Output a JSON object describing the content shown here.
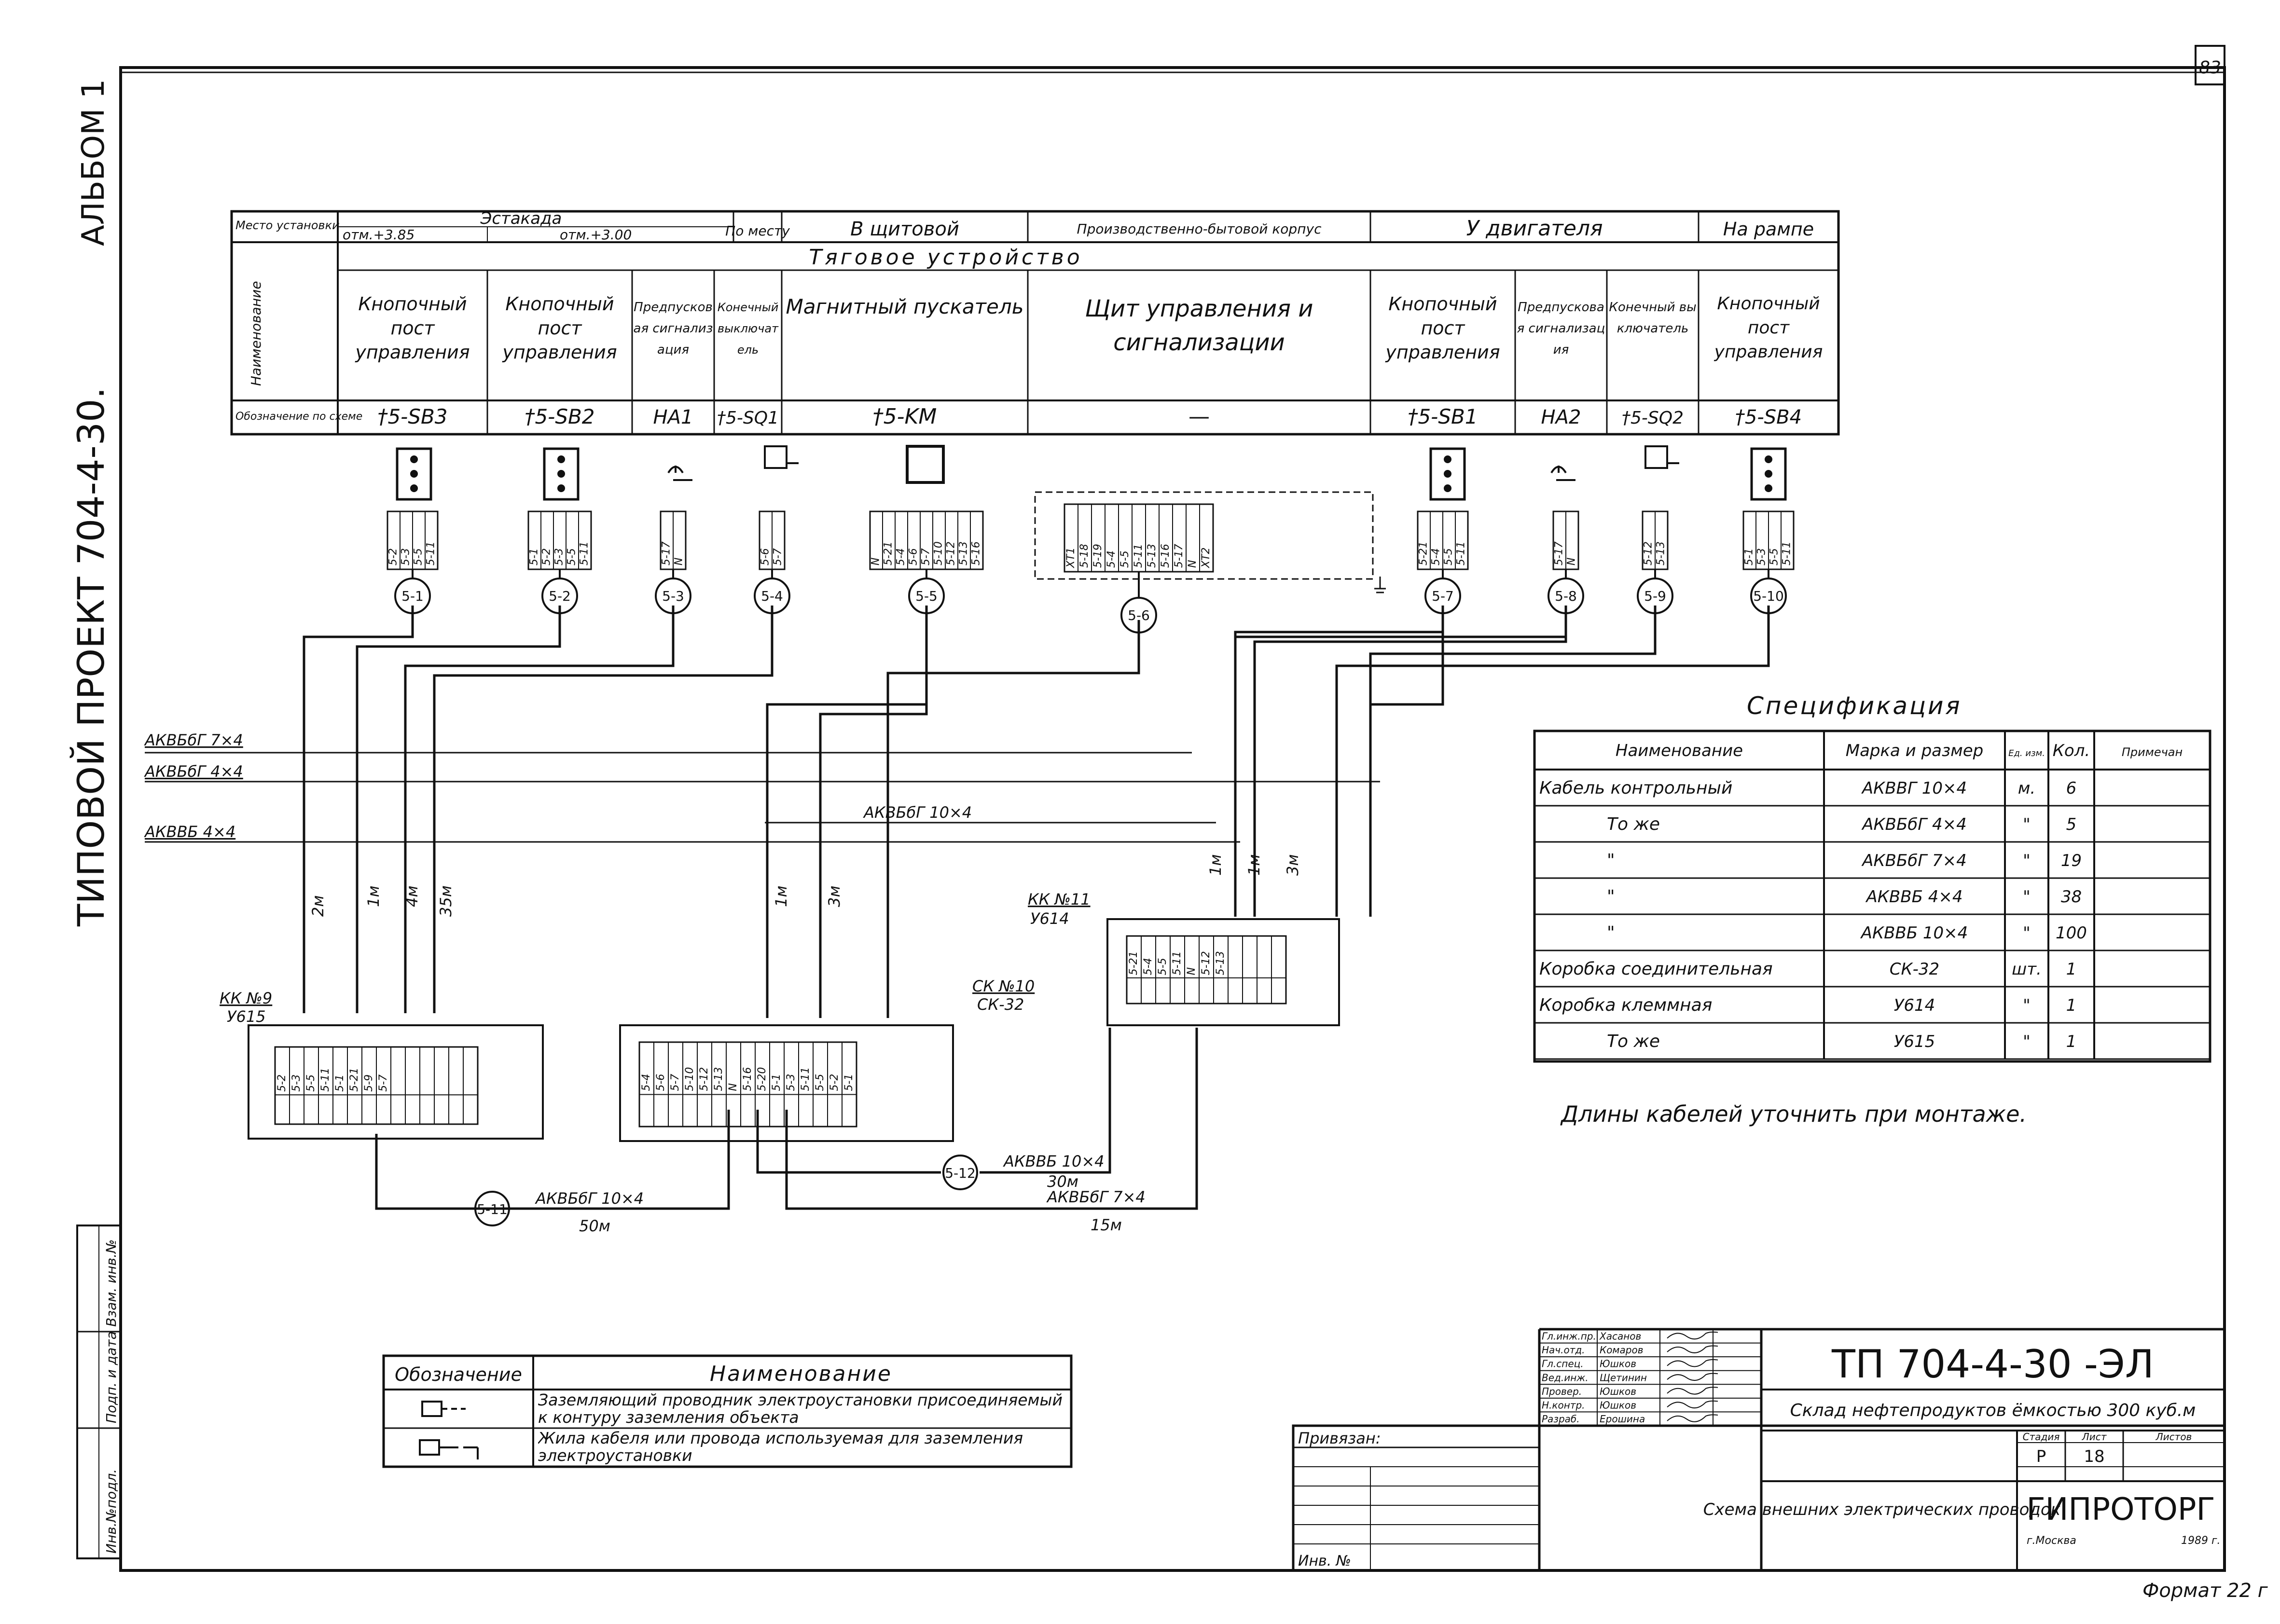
{
  "sheet_number": "83",
  "album": "АЛЬБОМ 1",
  "project": "ТИПОВОЙ ПРОЕКТ 704-4-30.",
  "header": {
    "row_place_label": "Место установки",
    "row_name_label": "Наименование",
    "row_designation_label": "Обозначение по схеме",
    "group_estakada": "Эстакада",
    "otm_1": "отм.+3.85",
    "otm_2": "отм.+3.00",
    "po_mestu": "По месту",
    "v_shchitovoy": "В щитовой",
    "korpus": "Производственно-бытовой корпус",
    "u_dvigatelya": "У двигателя",
    "na_rampe": "На рампе",
    "group_title": "Тяговое устройство",
    "columns": [
      {
        "name": "Кнопочный пост управления",
        "code": "†5-SB3"
      },
      {
        "name": "Кнопочный пост управления",
        "code": "†5-SB2"
      },
      {
        "name": "Предпусковая сигнализация",
        "code": "HA1"
      },
      {
        "name": "Конечный выключатель",
        "code": "†5-SQ1"
      },
      {
        "name": "Магнитный пускатель",
        "code": "†5-KM"
      },
      {
        "name": "Щит управления и сигнализации",
        "code": "—"
      },
      {
        "name": "Кнопочный пост управления",
        "code": "†5-SB1"
      },
      {
        "name": "Предпусковая сигнализация",
        "code": "HA2"
      },
      {
        "name": "Конечный выключатель",
        "code": "†5-SQ2"
      },
      {
        "name": "Кнопочный пост управления",
        "code": "†5-SB4"
      }
    ]
  },
  "devices": [
    {
      "cable": "5-1",
      "terms": [
        "5-2",
        "5-3",
        "5-5",
        "5-11"
      ]
    },
    {
      "cable": "5-2",
      "terms": [
        "5-1",
        "5-2",
        "5-3",
        "5-5",
        "5-11"
      ]
    },
    {
      "cable": "5-3",
      "terms": [
        "5-17",
        "N"
      ]
    },
    {
      "cable": "5-4",
      "terms": [
        "5-6",
        "5-7"
      ]
    },
    {
      "cable": "5-5",
      "terms": [
        "N",
        "5-21",
        "5-4",
        "5-6",
        "5-7",
        "5-10",
        "5-12",
        "5-13",
        "5-16"
      ]
    },
    {
      "cable": "5-6",
      "terms": [
        "XT1",
        "5-18",
        "5-19",
        "5-4",
        "5-5",
        "5-11",
        "5-13",
        "5-16",
        "5-17",
        "N",
        "XT2"
      ]
    },
    {
      "cable": "5-7",
      "terms": [
        "5-21",
        "5-4",
        "5-5",
        "5-11"
      ]
    },
    {
      "cable": "5-8",
      "terms": [
        "5-17",
        "N"
      ]
    },
    {
      "cable": "5-9",
      "terms": [
        "5-12",
        "5-13"
      ]
    },
    {
      "cable": "5-10",
      "terms": [
        "5-1",
        "5-3",
        "5-5",
        "5-11"
      ]
    }
  ],
  "cable_marks": [
    "АКВБбГ 7×4",
    "АКВБбГ 4×4",
    "АКВБбГ 10×4",
    "АКВВБ 4×4"
  ],
  "lengths": [
    "2м",
    "1м",
    "4м",
    "35м",
    "1м",
    "3м",
    "1м",
    "1м",
    "3м"
  ],
  "boxes": {
    "kk9": {
      "label": "КК №9",
      "type": "У615",
      "terms": [
        "5-2",
        "5-3",
        "5-5",
        "5-11",
        "5-1",
        "5-21",
        "5-9",
        "5-7"
      ]
    },
    "sk10": {
      "label": "СК №10",
      "type": "СК-32",
      "terms": [
        "5-4",
        "5-6",
        "5-7",
        "5-10",
        "5-12",
        "5-13",
        "N",
        "5-16",
        "5-20",
        "5-1",
        "5-3",
        "5-11",
        "5-5",
        "5-2",
        "5-1"
      ]
    },
    "kk11": {
      "label": "КК №11",
      "type": "У614",
      "terms": [
        "5-21",
        "5-4",
        "5-5",
        "5-11",
        "N",
        "5-12",
        "5-13"
      ]
    }
  },
  "links": [
    {
      "cable": "5-11",
      "mark": "АКВБбГ 10×4",
      "len": "50м"
    },
    {
      "cable": "5-12",
      "mark": "АКВВБ 10×4",
      "len": "30м"
    },
    {
      "cable": "",
      "mark": "АКВБбГ 7×4",
      "len": "15м"
    }
  ],
  "spec": {
    "title": "Спецификация",
    "headers": [
      "Наименование",
      "Марка и размер",
      "Ед. изм.",
      "Кол.",
      "Примечан"
    ],
    "rows": [
      [
        "Кабель контрольный",
        "АКВВГ 10×4",
        "м.",
        "6",
        ""
      ],
      [
        "То же",
        "АКВБбГ 4×4",
        "\"",
        "5",
        ""
      ],
      [
        "\"",
        "АКВБбГ 7×4",
        "\"",
        "19",
        ""
      ],
      [
        "\"",
        "АКВВБ 4×4",
        "\"",
        "38",
        ""
      ],
      [
        "\"",
        "АКВВБ 10×4",
        "\"",
        "100",
        ""
      ],
      [
        "Коробка соединительная",
        "СК-32",
        "шт.",
        "1",
        ""
      ],
      [
        "Коробка клеммная",
        "У614",
        "\"",
        "1",
        ""
      ],
      [
        "То же",
        "У615",
        "\"",
        "1",
        ""
      ]
    ],
    "note": "Длины кабелей уточнить при монтаже."
  },
  "legend": {
    "headers": [
      "Обозначение",
      "Наименование"
    ],
    "rows": [
      "Заземляющий проводник электроустановки присоединяемый к контуру заземления объекта",
      "Жила кабеля или провода используемая для заземления электроустановки"
    ]
  },
  "left_stamp": [
    "Инв.№подл.",
    "Подп. и дата",
    "Взам. инв.№"
  ],
  "title_block": {
    "doc_code": "ТП 704-4-30 -ЭЛ",
    "object": "Склад нефтепродуктов ёмкостью 300 куб.м",
    "drawing": "Схема внешних электрических проводок",
    "stage_label": "Стадия",
    "sheet_label": "Лист",
    "sheets_label": "Листов",
    "stage": "Р",
    "sheet": "18",
    "org": "ГИПРОТОРГ",
    "city": "г.Москва",
    "year": "1989 г.",
    "privyazan": "Привязан:",
    "inv": "Инв. №",
    "roles": [
      "Гл.инж.пр.",
      "Нач.отд.",
      "Гл.спец.",
      "Вед.инж.",
      "Провер.",
      "Н.контр.",
      "Разраб."
    ],
    "names": [
      "Хасанов",
      "Комаров",
      "Юшков",
      "Щетинин",
      "Юшков",
      "Юшков",
      "Ерошина"
    ]
  },
  "format": "Формат 22 г"
}
